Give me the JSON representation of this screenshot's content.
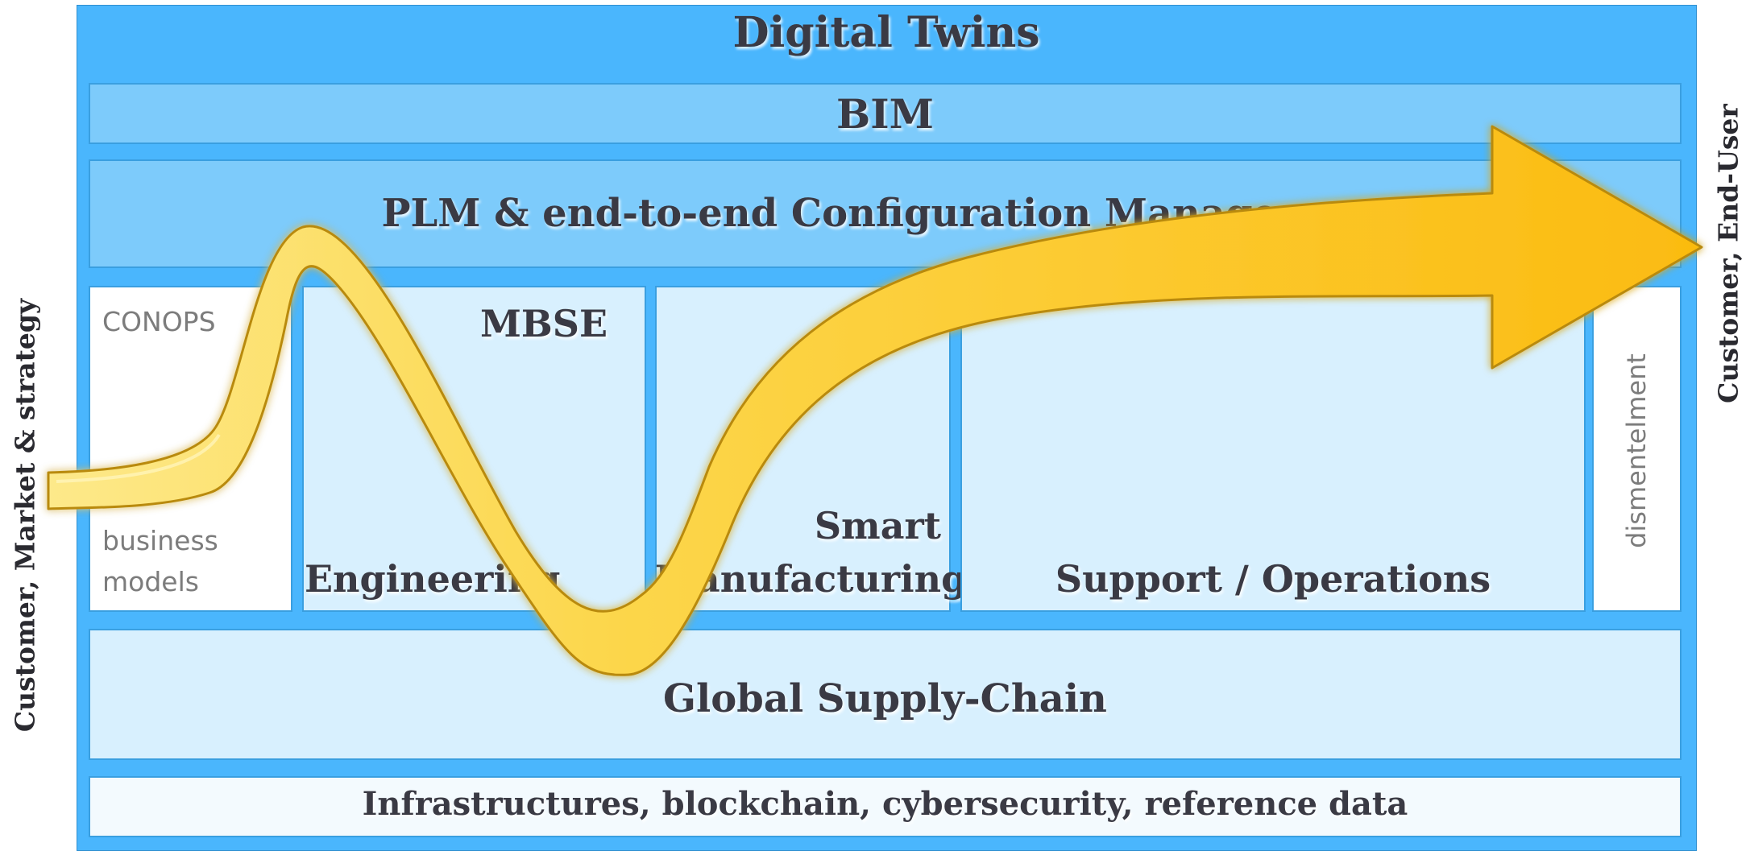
{
  "top_title": "Digital Twins",
  "layers": {
    "bim": "BIM",
    "plm": "PLM & end-to-end Configuration Management",
    "supply_chain": "Global Supply-Chain",
    "infrastructure": "Infrastructures, blockchain, cybersecurity, reference  data"
  },
  "phases": {
    "conops": "CONOPS",
    "business_models_line1": "business",
    "business_models_line2": "models",
    "mbse": "MBSE",
    "engineering": "Engineering",
    "smart_line1": "Smart",
    "smart_line2": "Manufacturing",
    "support": "Support  / Operations",
    "dismantlement": "dismentelment"
  },
  "side_labels": {
    "left": "Customer, Market & strategy",
    "right": "Customer, End-User"
  },
  "colors": {
    "frame_blue": "#4ab6fd",
    "band_blue": "#7dcbfb",
    "cell_light": "#d8f0fe",
    "arrow_gold": "#fbbf16"
  }
}
